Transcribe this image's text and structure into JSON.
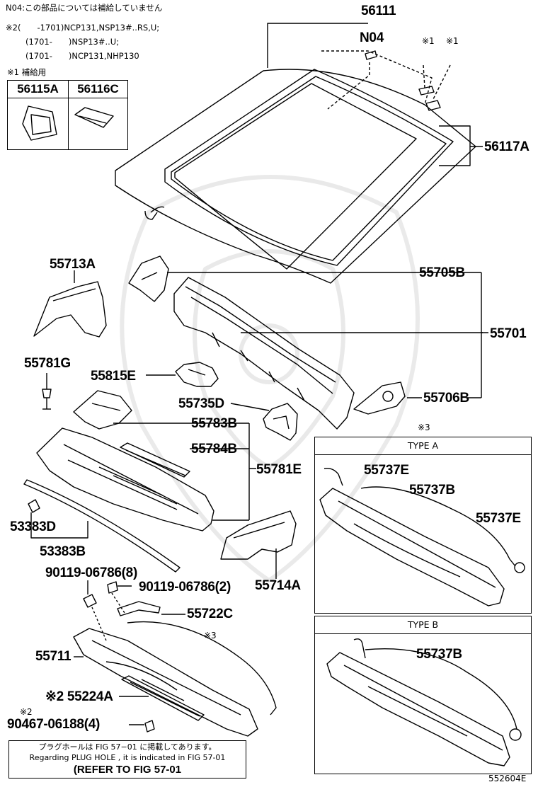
{
  "header_notes": {
    "n04_note": "N04:この部品については補給していません",
    "mark2_line1": "※2(　　-1701)NCP131,NSP13#..RS,U;",
    "mark2_line2": "(1701-　　)NSP13#..U;",
    "mark2_line3": "(1701-　　)NCP131,NHP130",
    "supply_note": "※1 補給用"
  },
  "supply_table": {
    "col1": "56115A",
    "col2": "56116C"
  },
  "labels": {
    "p56111": "56111",
    "n04": "N04",
    "mark1a": "※1",
    "mark1b": "※1",
    "p56117A": "56117A",
    "p55713A": "55713A",
    "p55705B": "55705B",
    "p55701": "55701",
    "p55781G": "55781G",
    "p55815E": "55815E",
    "p55706B": "55706B",
    "p55735D": "55735D",
    "p55783B": "55783B",
    "p55784B": "55784B",
    "p55781E": "55781E",
    "p53383D": "53383D",
    "p53383B": "53383B",
    "p90119_8": "90119-06786(8)",
    "p90119_2": "90119-06786(2)",
    "p55714A": "55714A",
    "p55722C": "55722C",
    "mark3": "※3",
    "p55711": "55711",
    "p55224A": "※2 55224A",
    "mark2b": "※2",
    "p90467": "90467-06188(4)"
  },
  "type_box": {
    "mark": "※3",
    "type_a": "TYPE A",
    "type_b": "TYPE B",
    "a_55737E_1": "55737E",
    "a_55737B": "55737B",
    "a_55737E_2": "55737E",
    "b_55737B": "55737B"
  },
  "plug_note": {
    "line1": "プラグホールは FIG 57−01 に掲載してあります。",
    "line2": "Regarding PLUG HOLE , it is indicated in FIG 57-01",
    "line3": "(REFER TO FIG 57-01"
  },
  "figure_code": "552604E"
}
